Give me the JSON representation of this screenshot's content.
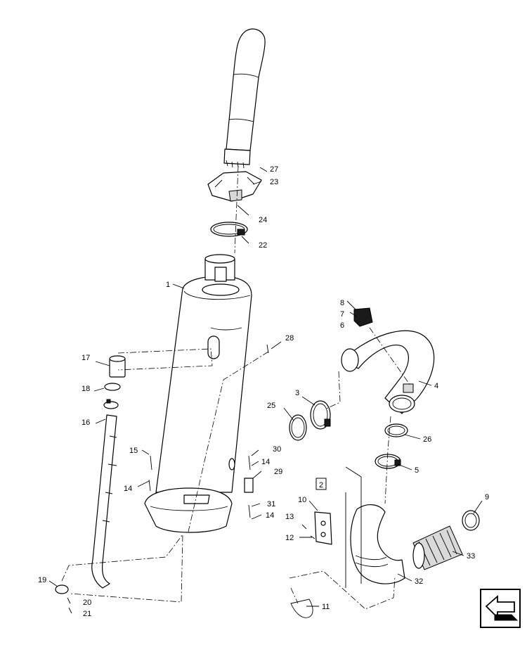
{
  "callouts": [
    {
      "id": "c1",
      "text": "1"
    },
    {
      "id": "c2",
      "text": "2"
    },
    {
      "id": "c3",
      "text": "3"
    },
    {
      "id": "c4",
      "text": "4"
    },
    {
      "id": "c5",
      "text": "5"
    },
    {
      "id": "c6",
      "text": "6"
    },
    {
      "id": "c7",
      "text": "7"
    },
    {
      "id": "c8",
      "text": "8"
    },
    {
      "id": "c9",
      "text": "9"
    },
    {
      "id": "c10",
      "text": "10"
    },
    {
      "id": "c11",
      "text": "11"
    },
    {
      "id": "c12",
      "text": "12"
    },
    {
      "id": "c13",
      "text": "13"
    },
    {
      "id": "c14a",
      "text": "14"
    },
    {
      "id": "c14b",
      "text": "14"
    },
    {
      "id": "c14c",
      "text": "14"
    },
    {
      "id": "c15",
      "text": "15"
    },
    {
      "id": "c16",
      "text": "16"
    },
    {
      "id": "c17",
      "text": "17"
    },
    {
      "id": "c18",
      "text": "18"
    },
    {
      "id": "c19",
      "text": "19"
    },
    {
      "id": "c20",
      "text": "20"
    },
    {
      "id": "c21",
      "text": "21"
    },
    {
      "id": "c22",
      "text": "22"
    },
    {
      "id": "c23",
      "text": "23"
    },
    {
      "id": "c24",
      "text": "24"
    },
    {
      "id": "c25",
      "text": "25"
    },
    {
      "id": "c26",
      "text": "26"
    },
    {
      "id": "c27",
      "text": "27"
    },
    {
      "id": "c28",
      "text": "28"
    },
    {
      "id": "c29",
      "text": "29"
    },
    {
      "id": "c30",
      "text": "30"
    },
    {
      "id": "c31",
      "text": "31"
    },
    {
      "id": "c32",
      "text": "32"
    },
    {
      "id": "c33",
      "text": "33"
    }
  ],
  "icons": {
    "orientation": "orientation-arrow-icon"
  }
}
